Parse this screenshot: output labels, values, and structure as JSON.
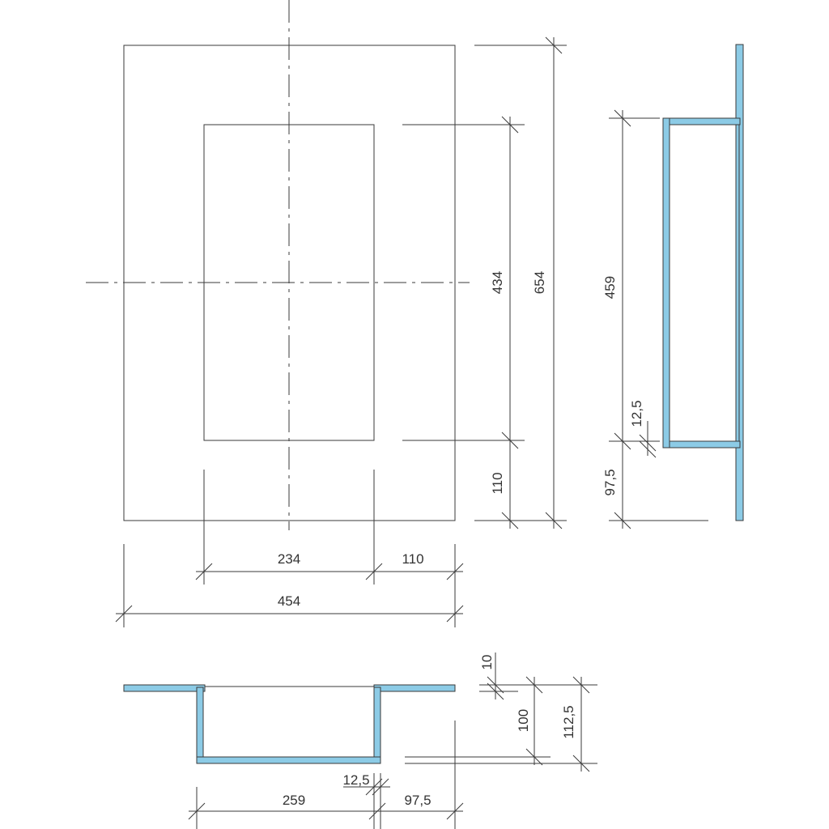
{
  "front_view": {
    "outer_height": "654",
    "inner_height": "434",
    "bottom_margin": "110",
    "inner_width": "234",
    "side_margin": "110",
    "outer_width": "454"
  },
  "side_section": {
    "depth": "459",
    "panel_thickness": "12,5",
    "offset": "97,5"
  },
  "plan_section": {
    "lip": "10",
    "depth": "100",
    "overall_depth": "112,5",
    "panel_thickness": "12,5",
    "inner_width": "259",
    "offset": "97,5"
  }
}
